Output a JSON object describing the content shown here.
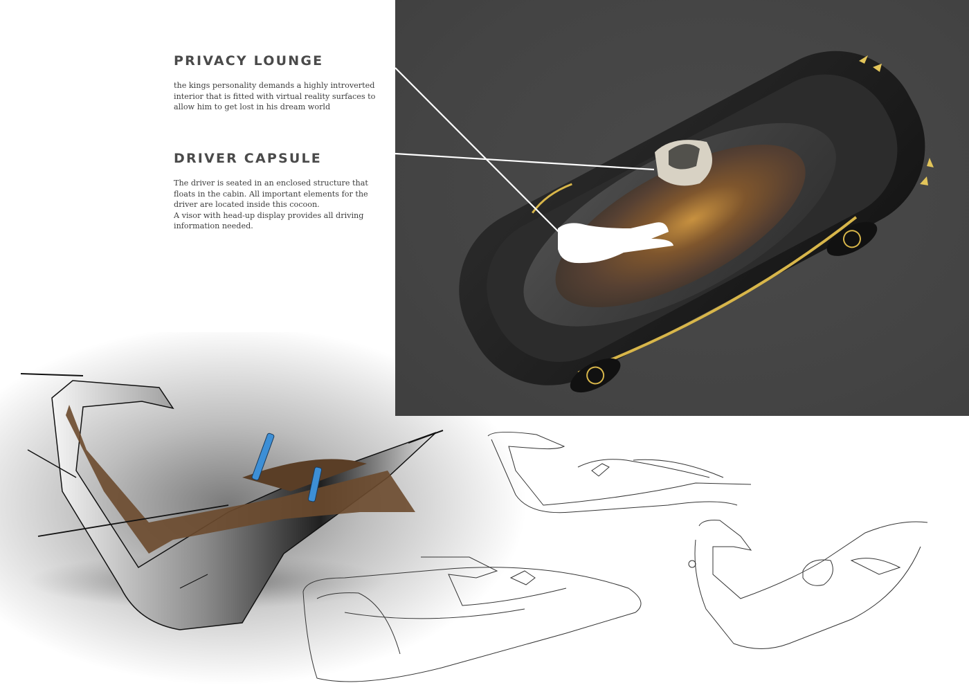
{
  "sections": {
    "privacy_lounge": {
      "heading": "PRIVACY LOUNGE",
      "body": "the kings personality demands a highly introverted\ninterior that is fitted with virtual reality surfaces to\nallow him to get lost in his dream world"
    },
    "driver_capsule": {
      "heading": "DRIVER CAPSULE",
      "body": "The driver is seated in an enclosed structure that\nfloats in the cabin. All important elements for the\ndriver are located inside this cocoon.\nA visor with head-up display provides all driving\ninformation needed."
    }
  },
  "images": {
    "car_render": "top-view-car-render",
    "interior_render": "interior-concept-render",
    "line_sketches": [
      "interior-line-sketch-1",
      "interior-line-sketch-2",
      "interior-line-sketch-3"
    ]
  },
  "colors": {
    "panel_bg": "#454545",
    "car_body": "#1e1e1e",
    "gold_accent": "#d8b64a",
    "wood_brown": "#6b4a2e",
    "accent_blue": "#3d8fd6",
    "heading_text": "#4a4a4a"
  }
}
